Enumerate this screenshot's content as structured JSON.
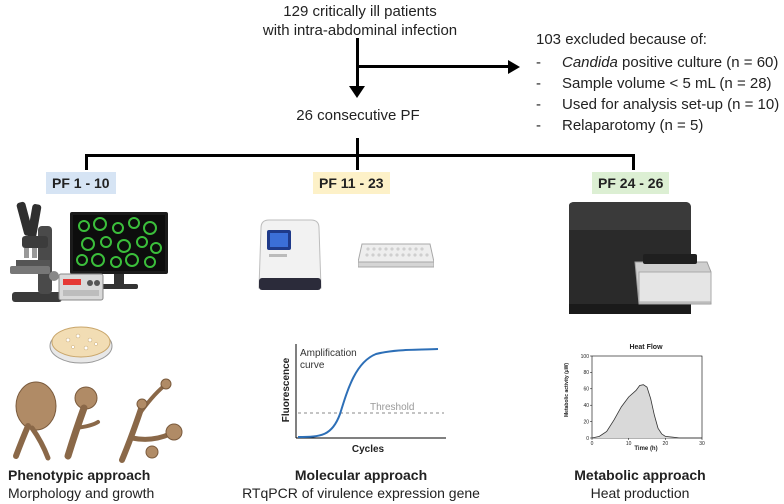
{
  "flow": {
    "top_line1": "129 critically ill patients",
    "top_line2": "with intra-abdominal infection",
    "excluded_title": "103 excluded because of:",
    "exclusions": [
      {
        "italic": "Candida",
        "rest": " positive culture (n = 60)"
      },
      {
        "italic": "",
        "rest": "Sample volume < 5 mL (n = 28)"
      },
      {
        "italic": "",
        "rest": "Used for analysis set-up (n = 10)"
      },
      {
        "italic": "",
        "rest": "Relaparotomy (n = 5)"
      }
    ],
    "middle": "26 consecutive  PF"
  },
  "groups": [
    {
      "badge": "PF 1 - 10",
      "badge_color": "#d6e4f4",
      "title": "Phenotypic approach",
      "subtitle": "Morphology and growth"
    },
    {
      "badge": "PF 11 - 23",
      "badge_color": "#fdf1c8",
      "title": "Molecular approach",
      "subtitle": "RTqPCR of virulence expression gene"
    },
    {
      "badge": "PF 24 - 26",
      "badge_color": "#dcefd3",
      "title": "Metabolic approach",
      "subtitle": "Heat production"
    }
  ],
  "amp_chart": {
    "curve_label_1": "Amplification",
    "curve_label_2": "curve",
    "threshold_label": "Threshold",
    "ylabel": "Fluorescence",
    "xlabel": "Cycles"
  },
  "heat_chart": {
    "type": "area",
    "title": "Heat Flow",
    "xlabel": "Time (h)",
    "ylabel": "Metabolic activity (µW)",
    "x_ticks": [
      "0",
      "10",
      "20",
      "30"
    ],
    "y_ticks": [
      "0",
      "20",
      "40",
      "60",
      "80",
      "100"
    ],
    "xlim": [
      0,
      30
    ],
    "ylim": [
      0,
      100
    ],
    "x": [
      0,
      2,
      4,
      6,
      8,
      10,
      12,
      13,
      14,
      15,
      16,
      17,
      18,
      19,
      20,
      22,
      24,
      30
    ],
    "values": [
      0,
      2,
      8,
      22,
      38,
      50,
      58,
      64,
      65,
      62,
      48,
      28,
      12,
      5,
      2,
      1,
      0,
      0
    ]
  },
  "colors": {
    "curve": "#2d6fb7",
    "shade": "#d9d9d9"
  },
  "icons": [
    "microscope-icon",
    "monitor-icon",
    "controller-box-icon",
    "petri-dish-icon",
    "fungus-morphology-icon",
    "qpcr-machine-icon",
    "well-plate-icon",
    "calorimeter-icon"
  ]
}
